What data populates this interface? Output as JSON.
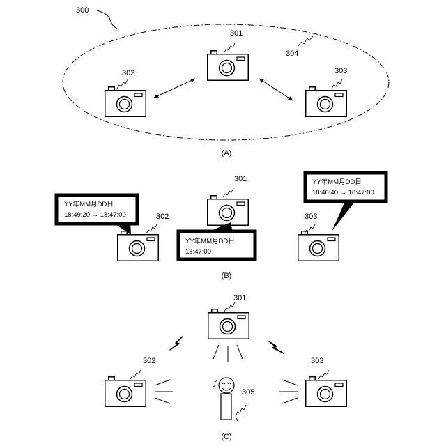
{
  "panel_a": {
    "label": "(A)",
    "group_ref": "300",
    "network_ref": "304",
    "cameras": [
      {
        "ref": "301"
      },
      {
        "ref": "302"
      },
      {
        "ref": "303"
      }
    ]
  },
  "panel_b": {
    "label": "(B)",
    "cameras": [
      {
        "ref": "301"
      },
      {
        "ref": "302"
      },
      {
        "ref": "303"
      }
    ],
    "balloons": [
      {
        "line1": "YY年MM月DD日",
        "line2": "18:49:20 → 18:47:00"
      },
      {
        "line1": "YY年MM月DD日",
        "line2": "18:47:00"
      },
      {
        "line1": "YY年MM月DD日",
        "line2": "18:46:40 → 18:47:00"
      }
    ]
  },
  "panel_c": {
    "label": "(C)",
    "cameras": [
      {
        "ref": "301"
      },
      {
        "ref": "302"
      },
      {
        "ref": "303"
      }
    ],
    "subject_ref": "305"
  }
}
